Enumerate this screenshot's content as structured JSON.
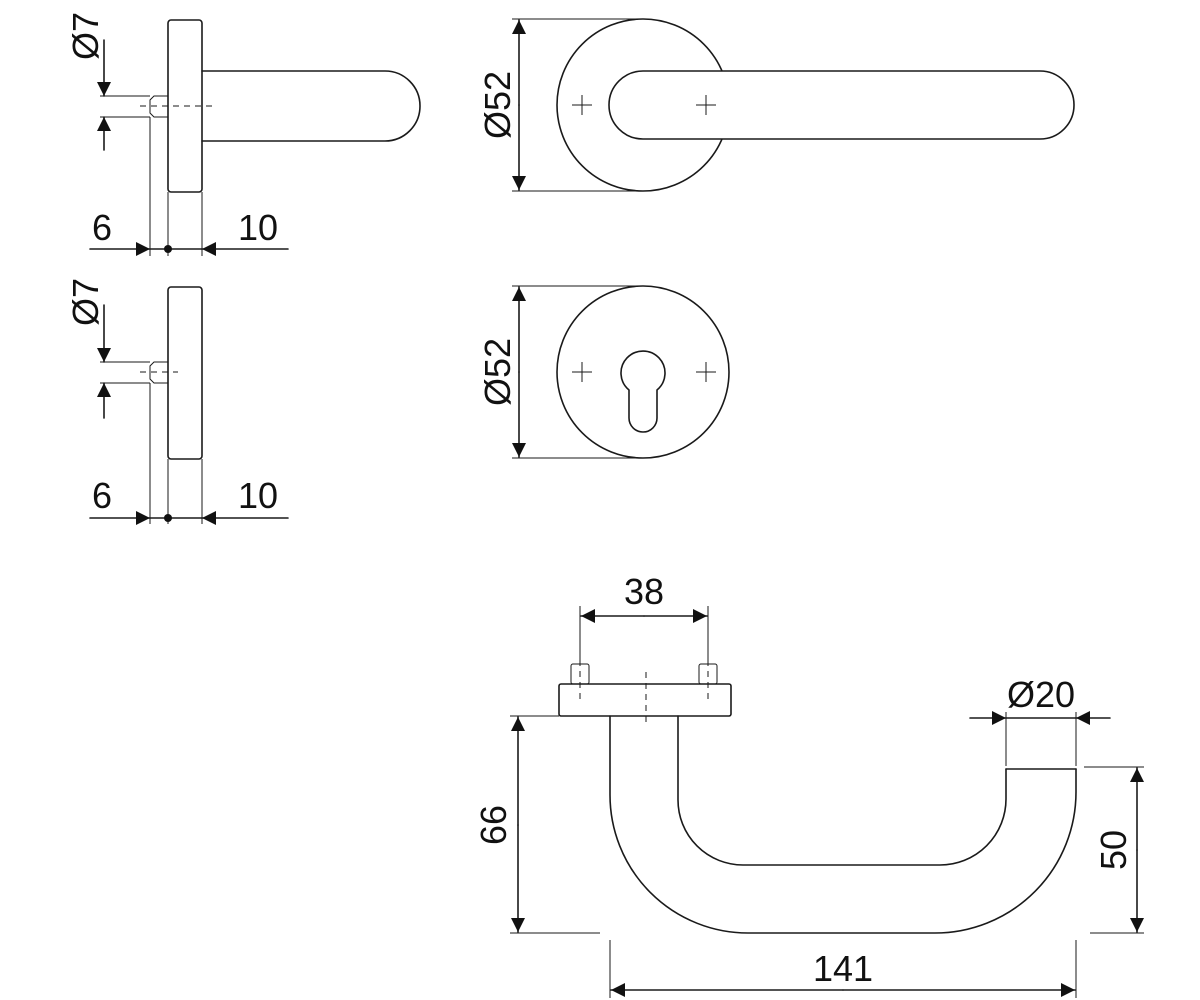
{
  "dimensions": {
    "side_top": {
      "pin_diameter": "Ø7",
      "left": "6",
      "right": "10"
    },
    "side_bottom": {
      "pin_diameter": "Ø7",
      "left": "6",
      "right": "10"
    },
    "front_rose": {
      "diameter": "Ø52"
    },
    "front_escutcheon": {
      "diameter": "Ø52"
    },
    "plan_lever": {
      "spacing": "38",
      "tube_diameter": "Ø20",
      "height_left": "66",
      "height_right": "50",
      "length": "141"
    }
  },
  "colors": {
    "line": "#1a1a1a",
    "background": "#ffffff"
  }
}
